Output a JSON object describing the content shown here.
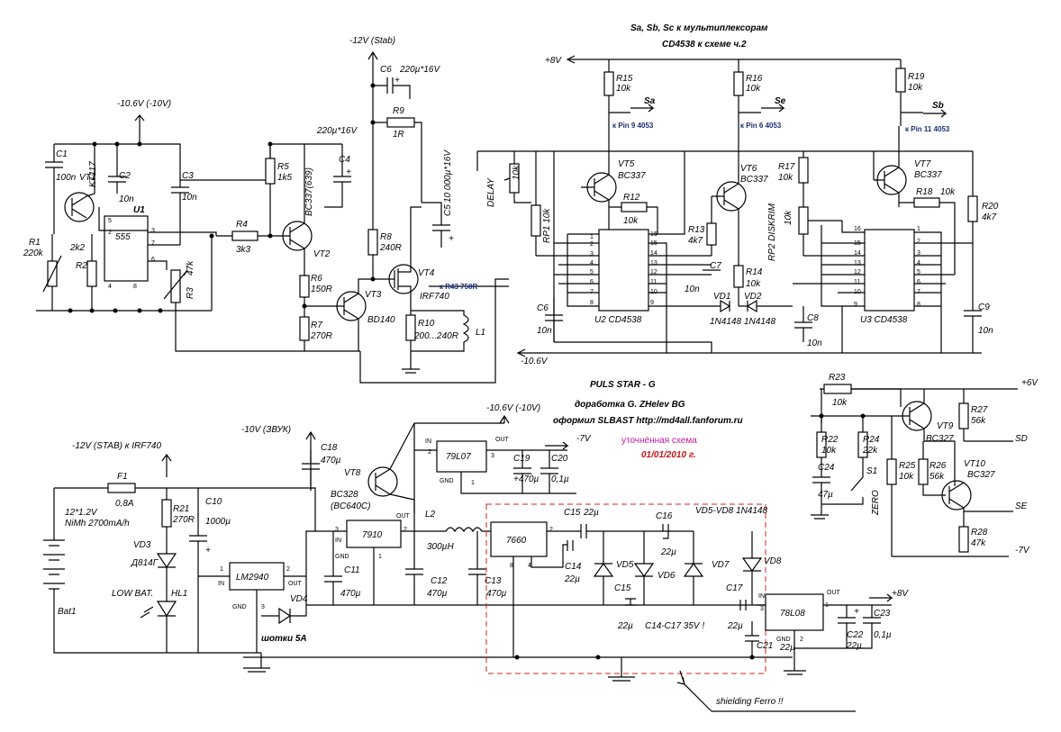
{
  "title": {
    "main": "PULS STAR - G",
    "sub1": "доработка G. ZHelev BG",
    "sub2": "оформил SLBAST http://md4all.fanforum.ru",
    "note": "уточнённая схема",
    "date": "01/01/2010 г."
  },
  "header": {
    "line1": "Sa, Sb, Sc к мультиплексорам",
    "line2": "CD4538 к схеме ч.2"
  },
  "shielding": "shielding  Ferro !!",
  "labels": {
    "v12stab": "-12V (Stab)",
    "v10_6": "-10.6V (-10V)",
    "v10_6b": "-10.6V (-10V)",
    "v10_6c": "-10.6V",
    "plus8": "+8V",
    "plus8b": "+8V",
    "plus6": "+6V",
    "minus7": "-7V",
    "minus7b": "-7V",
    "v10zvuk": "-10V (ЗВУК)",
    "v12irf": "-12V (STAB) к IRF740",
    "sa": "Sa",
    "se": "Se",
    "sb": "Sb",
    "sd": "SD",
    "se2": "SE",
    "pin9": "к Pin 9 4053",
    "pin6": "к Pin 6 4053",
    "pin11": "к Pin 11 4053",
    "r43": "к R43 750R",
    "delay": "DELAY",
    "rp1": "RP1 10k",
    "rp2": "RP2 DISKRIM",
    "zero": "ZERO",
    "bat": "12*1.2V",
    "batnimh": "NiMh 2700mA/h",
    "bat1": "Bat1",
    "lowbat": "LOW BAT.",
    "hl1": "HL1",
    "shottky": "шотки 5A",
    "vd58": "VD5-VD8 1N4148",
    "c1417": "C14-C17 35V !",
    "l1": "L1",
    "l2": "L2",
    "l2v": "300µH"
  },
  "components": {
    "c1": "C1",
    "c1v": "100n",
    "vt1": "VT1",
    "kt117": "KT117",
    "c2": "C2",
    "c2v": "10n",
    "u1": "U1",
    "u1v": "555",
    "c3": "C3",
    "c3v": "10n",
    "r1": "R1",
    "r1v": "220k",
    "r2": "R2",
    "r2v": "2k2",
    "r3": "R3",
    "r3v": "47k",
    "r4": "R4",
    "r4v": "3k3",
    "r5": "R5",
    "r5v": "1k5",
    "vt2": "VT2",
    "bc337_639": "BC337(639)",
    "c4": "C4",
    "c4v": "220µ*16V",
    "c6a": "C6",
    "c6av": "220µ*16V",
    "r9": "R9",
    "r9v": "1R",
    "c5": "C5",
    "c5v": "10 000µ*16V",
    "r6": "R6",
    "r6v": "150R",
    "r7": "R7",
    "r7v": "270R",
    "vt3": "VT3",
    "bd140": "BD140",
    "r8": "R8",
    "r8v": "240R",
    "vt4": "VT4",
    "irf740": "IRF740",
    "r10": "R10",
    "r10v": "200...240R",
    "r15": "R15",
    "r15v": "10k",
    "r16": "R16",
    "r16v": "10k",
    "r19": "R19",
    "r19v": "10k",
    "vt5": "VT5",
    "vt5t": "BC337",
    "vt6": "VT6",
    "vt6t": "BC337",
    "vt7": "VT7",
    "vt7t": "BC337",
    "r12": "R12",
    "r12v": "10k",
    "r13": "R13",
    "r13v": "4k7",
    "r14": "R14",
    "r14v": "10k",
    "r17": "R17",
    "r17v": "10k",
    "r18": "R18",
    "r18v": "10k",
    "r20": "R20",
    "r20v": "4k7",
    "c7": "C7",
    "c7v": "10n",
    "c6b": "C6",
    "c6bv": "10n",
    "c8": "C8",
    "c8v": "10n",
    "c9": "C9",
    "c9v": "10n",
    "u2": "U2 CD4538",
    "u3": "U3 CD4538",
    "vd1": "VD1",
    "vd2": "VD2",
    "vd1v": "1N4148",
    "vd2v": "1N4148",
    "r23": "R23",
    "r23v": "10k",
    "r22": "R22",
    "r22v": "10k",
    "r24": "R24",
    "r24v": "22k",
    "vt9": "VT9",
    "vt9t": "BC327",
    "r27": "R27",
    "r27v": "56k",
    "r25": "R25",
    "r25v": "10k",
    "r26": "R26",
    "r26v": "56k",
    "vt10": "VT10",
    "vt10t": "BC327",
    "r28": "R28",
    "r28v": "47k",
    "c24": "C24",
    "c24v": "47µ",
    "s1": "S1",
    "f1": "F1",
    "f1v": "0,8A",
    "r21": "R21",
    "r21v": "270R",
    "c10": "C10",
    "c10v": "1000µ",
    "vd3": "VD3",
    "vd3v": "Д814Г",
    "lm2940": "LM2940",
    "vd4": "VD4",
    "c18": "C18",
    "c18v": "470µ",
    "vt8": "VT8",
    "bc328": "BC328",
    "bc640": "(BC640C)",
    "ic7910": "7910",
    "c11": "C11",
    "c11v": "470µ",
    "c12": "C12",
    "c12v": "470µ",
    "c13": "C13",
    "c13v": "470µ",
    "ic79l07": "79L07",
    "c19": "C19",
    "c19v": "+470µ",
    "c20": "C20",
    "c20v": "0,1µ",
    "ic7660": "7660",
    "c15top": "C15",
    "c15topv": "22µ",
    "c16": "C16",
    "c16v": "22µ",
    "c14": "C14",
    "c14v": "22µ",
    "vd5": "VD5",
    "vd6": "VD6",
    "vd7": "VD7",
    "vd8": "VD8",
    "c15": "C15",
    "c15v": "22µ",
    "c17": "C17",
    "c17v": "22µ",
    "c21": "C21",
    "ic78l08": "78L08",
    "c22": "C22",
    "c22v": "22µ",
    "c23": "C23",
    "c23v": "0,1µ",
    "c21v": "22µ"
  },
  "pins": {
    "in": "IN",
    "out": "OUT",
    "gnd": "GND"
  },
  "colors": {
    "shield_box": "#d42020",
    "note_pink": "#c0169a",
    "date_red": "#c81818",
    "pin_blue": "#1a2f7a"
  }
}
